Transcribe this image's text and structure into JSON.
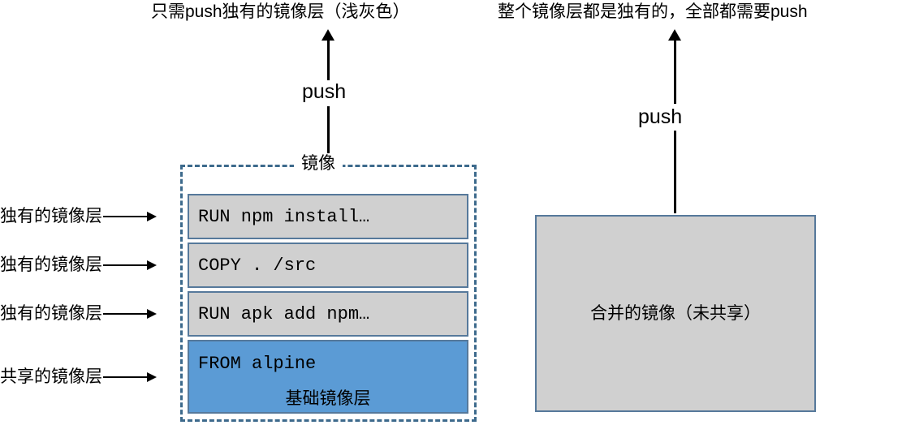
{
  "diagram": {
    "captions": {
      "left": "只需push独有的镜像层（浅灰色）",
      "right": "整个镜像层都是独有的，全部都需要push"
    },
    "push_label_left": "push",
    "push_label_right": "push",
    "left_panel": {
      "group_title": "镜像",
      "layers": [
        {
          "command": "RUN npm install…",
          "kind": "unique",
          "annotation": "独有的镜像层"
        },
        {
          "command": "COPY . /src",
          "kind": "unique",
          "annotation": "独有的镜像层"
        },
        {
          "command": "RUN apk add npm…",
          "kind": "unique",
          "annotation": "独有的镜像层"
        },
        {
          "command": "FROM alpine",
          "sub_label": "基础镜像层",
          "kind": "shared",
          "annotation": "共享的镜像层"
        }
      ]
    },
    "right_panel": {
      "box_label": "合并的镜像（未共享）"
    },
    "colors": {
      "unique_layer_fill": "#d0d0d0",
      "shared_layer_fill": "#5b9bd5",
      "layer_border": "#56799b",
      "group_dashed_border": "#3d6a8c",
      "arrow": "#000000",
      "background": "#ffffff"
    }
  }
}
